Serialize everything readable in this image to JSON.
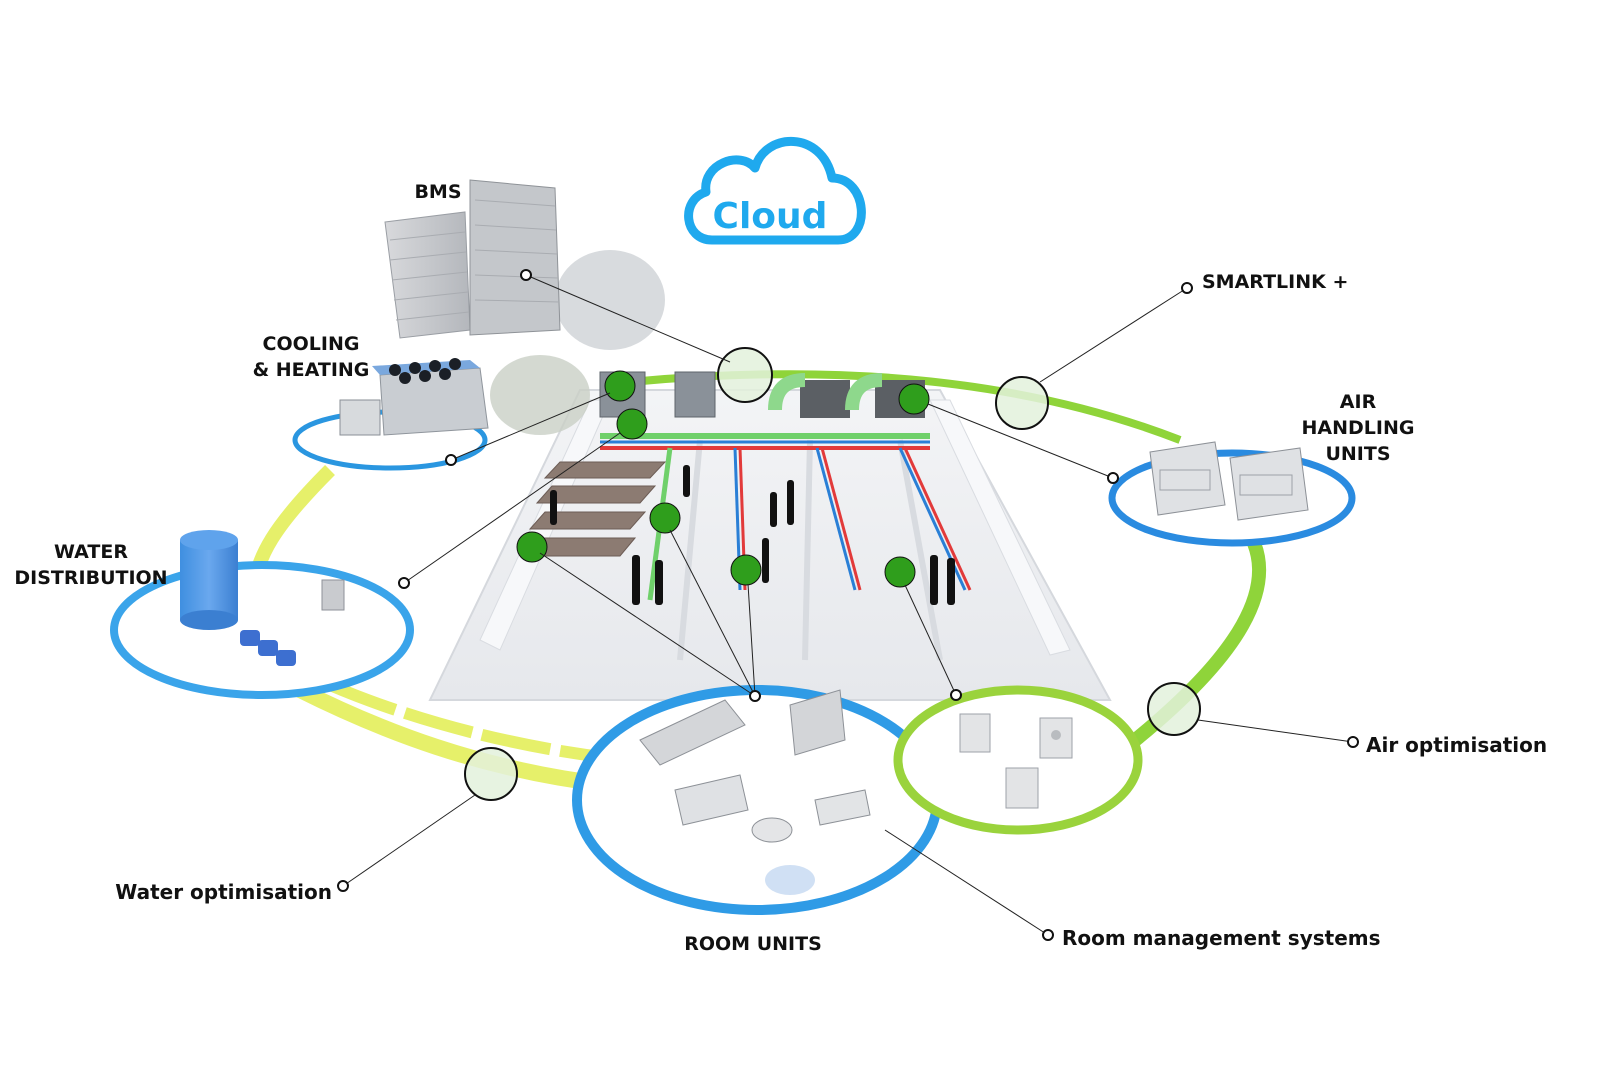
{
  "cloud": {
    "label": "Cloud",
    "color": "#1fa9ee",
    "icon": "cloud-icon"
  },
  "categories": [
    {
      "id": "bms",
      "label": "BMS",
      "icon": "office-building-icon"
    },
    {
      "id": "cooling-heating",
      "label_lines": [
        "COOLING",
        "& HEATING"
      ],
      "icon": "chiller-icon"
    },
    {
      "id": "water-distribution",
      "label_lines": [
        "WATER",
        "DISTRIBUTION"
      ],
      "icon": "water-tank-pump-icon"
    },
    {
      "id": "air-handling-units",
      "label_lines": [
        "AIR",
        "HANDLING",
        "UNITS"
      ],
      "icon": "air-handling-unit-icon"
    },
    {
      "id": "room-units",
      "label": "ROOM UNITS",
      "icon": "room-units-icon"
    },
    {
      "id": "smartlink",
      "label": "SMARTLINK +",
      "icon": "link-node-icon"
    }
  ],
  "optimisations": [
    {
      "id": "air-optimisation",
      "label": "Air optimisation"
    },
    {
      "id": "water-optimisation",
      "label": "Water optimisation"
    },
    {
      "id": "room-management",
      "label": "Room management systems",
      "icon": "thermostat-panel-icon"
    }
  ],
  "colors": {
    "water_loop": "#e6f06a",
    "air_loop": "#8fd43a",
    "zone_ring_blue": "#2a96e0",
    "zone_ring_green": "#9ad33c",
    "hotspot_green": "#2f9e1c",
    "highlight_circle": "#e3f1dc",
    "pipe_red": "#e23a3a",
    "pipe_blue": "#2a7fd6",
    "pipe_green": "#6fd06a"
  }
}
